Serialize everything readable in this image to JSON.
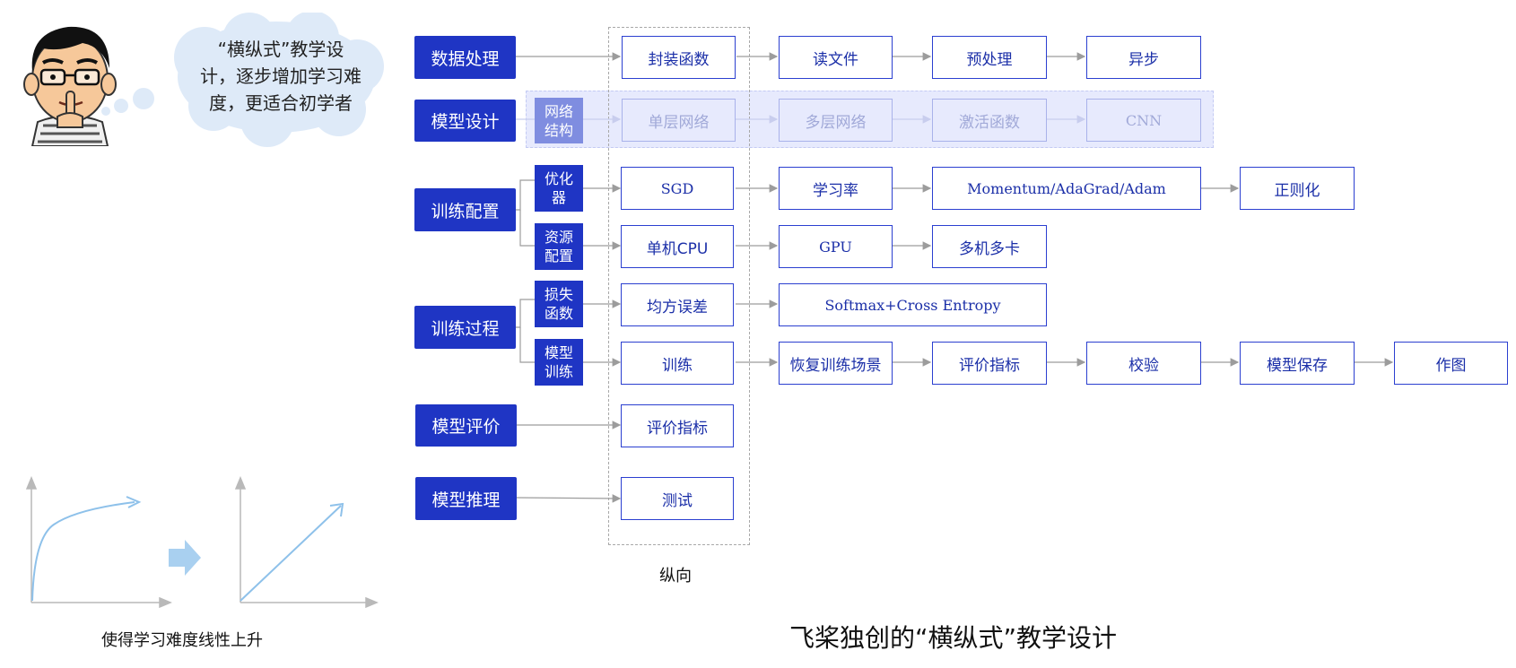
{
  "thought_bubble": {
    "line1": "“横纵式”教学设",
    "line2": "计，逐步增加学习难",
    "line3": "度，更适合初学者"
  },
  "left_caption": "使得学习难度线性上升",
  "vertical_label": "纵向",
  "bottom_title": "飞桨独创的“横纵式”教学设计",
  "categories": {
    "data": "数据处理",
    "model_design": "模型设计",
    "train_config": "训练配置",
    "train_process": "训练过程",
    "model_eval": "模型评价",
    "model_infer": "模型推理"
  },
  "subcategories": {
    "network": "网络\n结构",
    "optimizer": "优化\n器",
    "resource": "资源\n配置",
    "loss": "损失\n函数",
    "model_train": "模型\n训练"
  },
  "rows": {
    "data": [
      "封装函数",
      "读文件",
      "预处理",
      "异步"
    ],
    "network": [
      "单层网络",
      "多层网络",
      "激活函数",
      "CNN"
    ],
    "optimizer": [
      "SGD",
      "学习率",
      "Momentum/AdaGrad/Adam",
      "正则化"
    ],
    "resource": [
      "单机CPU",
      "GPU",
      "多机多卡"
    ],
    "loss": [
      "均方误差",
      "Softmax+Cross Entropy"
    ],
    "model_train": [
      "训练",
      "恢复训练场景",
      "评价指标",
      "校验",
      "模型保存",
      "作图"
    ],
    "eval": [
      "评价指标"
    ],
    "infer": [
      "测试"
    ]
  },
  "colors": {
    "primary": "#1f35c4",
    "faded": "#7f8de0",
    "band": "#e7eafd",
    "chart_line": "#8ec1ea"
  }
}
